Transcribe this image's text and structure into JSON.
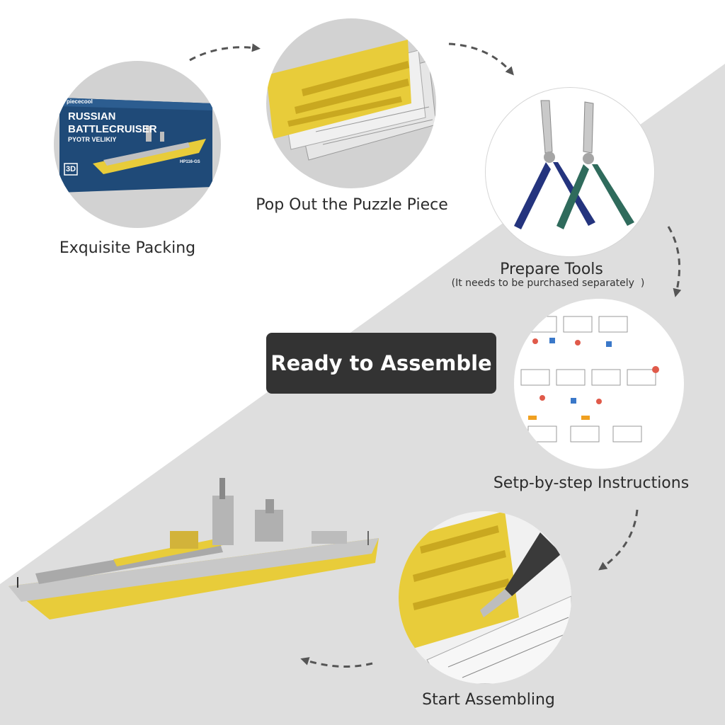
{
  "steps": [
    {
      "label": "Exquisite Packing"
    },
    {
      "label": "Pop Out the Puzzle Piece"
    },
    {
      "label": "Prepare Tools",
      "note": "(It needs to be purchased separately  )"
    },
    {
      "label": "Setp-by-step Instructions"
    },
    {
      "label": "Start Assembling"
    }
  ],
  "center_badge": "Ready to Assemble",
  "package": {
    "brand": "piececool",
    "title_line1": "RUSSIAN",
    "title_line2": "BATTLECRUISER",
    "subtitle": "PYOTR VELIKIY",
    "badge": "3D",
    "model_code": "HP116-GS"
  },
  "colors": {
    "background_gray": "#dedede",
    "circle_gray": "#d2d2d2",
    "badge_bg": "#333333",
    "gold": "#e8cc3a",
    "silver": "#c8c8c8",
    "plier_blue": "#24347e",
    "plier_green": "#2f6b5c",
    "box_blue": "#1f4a78",
    "arrow": "#555555"
  }
}
